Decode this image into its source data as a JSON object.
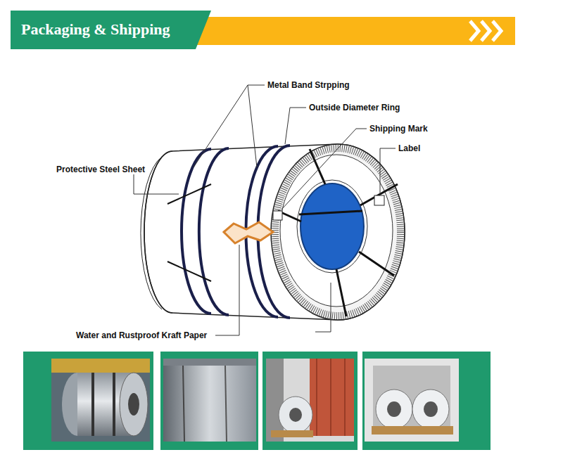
{
  "diagram": {
    "title": "Packaging & Shipping",
    "labels": [
      "Metal Band Strpping",
      "Outside Diameter Ring",
      "Shipping Mark",
      "Label",
      "Protective Steel Sheet",
      "Water and Rustproof Kraft Paper"
    ]
  }
}
